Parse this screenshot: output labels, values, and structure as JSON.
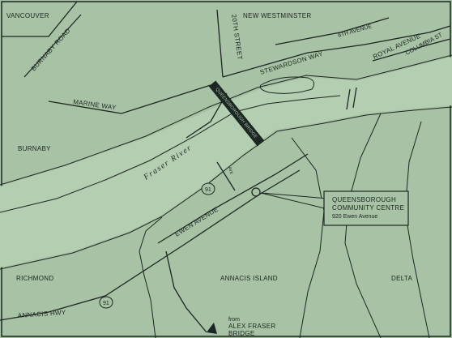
{
  "places": {
    "vancouver": "VANCOUVER",
    "new_westminster": "NEW WESTMINSTER",
    "burnaby": "BURNABY",
    "richmond": "RICHMOND",
    "annacis_island": "ANNACIS ISLAND",
    "delta": "DELTA"
  },
  "roads": {
    "burnaby_road": "BURNABY ROAD",
    "twentieth_street": "20TH STREET",
    "sixth_avenue": "6TH AVENUE",
    "stewardson_way": "STEWARDSON WAY",
    "royal_avenue": "ROYAL AVENUE",
    "columbia_st": "COLUMBIA ST",
    "marine_way": "MARINE WAY",
    "queensborough_bridge": "QUEENSBOROUGH BRIDGE",
    "ewen_avenue": "EWEN AVENUE",
    "annacis_hwy": "ANNACIS HWY",
    "hwy_91_1": "91",
    "hwy_91_2": "91",
    "side_road": "AVE"
  },
  "water": {
    "fraser_river": "Fraser River"
  },
  "callout": {
    "line1": "QUEENSBOROUGH",
    "line2": "COMMUNITY CENTRE",
    "line3": "920 Ewen Avenue"
  },
  "directions": {
    "line1": "from",
    "line2": "ALEX FRASER",
    "line3": "BRIDGE"
  },
  "colors": {
    "background": "#a7c2a4",
    "ink": "#1c2622"
  }
}
